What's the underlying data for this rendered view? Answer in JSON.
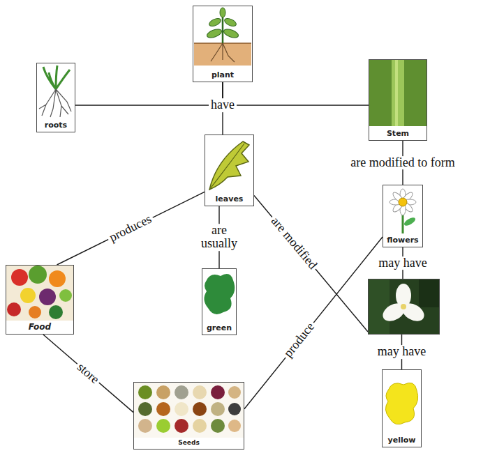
{
  "diagram": {
    "nodes": [
      {
        "text": [
          "plant"
        ]
      },
      {
        "text": [
          "roots"
        ]
      },
      {
        "text": [
          "Stem"
        ]
      },
      {
        "text": [
          "leaves"
        ]
      },
      {
        "text": [
          "flowers"
        ]
      },
      {
        "text": [
          "Food"
        ]
      },
      {
        "text": [
          "green"
        ]
      },
      {
        "text": []
      },
      {
        "text": [
          "Seeds"
        ]
      },
      {
        "text": [
          "yellow"
        ]
      }
    ],
    "edges": [
      {
        "from": 0,
        "to": 3,
        "arrow": "none",
        "label": "have"
      },
      {
        "from": 0,
        "to": 1,
        "arrow": "none"
      },
      {
        "from": 0,
        "to": 2,
        "arrow": "none"
      },
      {
        "from": 2,
        "to": 4,
        "arrow": "none",
        "label": "are modified to form"
      },
      {
        "from": 3,
        "to": 6,
        "arrow": "none",
        "label": "are usually"
      },
      {
        "from": 3,
        "to": 5,
        "arrow": "none",
        "label": "produces"
      },
      {
        "from": 3,
        "to": 7,
        "arrow": "none",
        "label": "are modified"
      },
      {
        "from": 4,
        "to": 7,
        "arrow": "none",
        "label": "may have"
      },
      {
        "from": 7,
        "to": 9,
        "arrow": "none",
        "label": "may have"
      },
      {
        "from": 5,
        "to": 8,
        "arrow": "none",
        "label": "store"
      },
      {
        "from": 4,
        "to": 8,
        "arrow": "none",
        "label": "produce"
      }
    ]
  }
}
